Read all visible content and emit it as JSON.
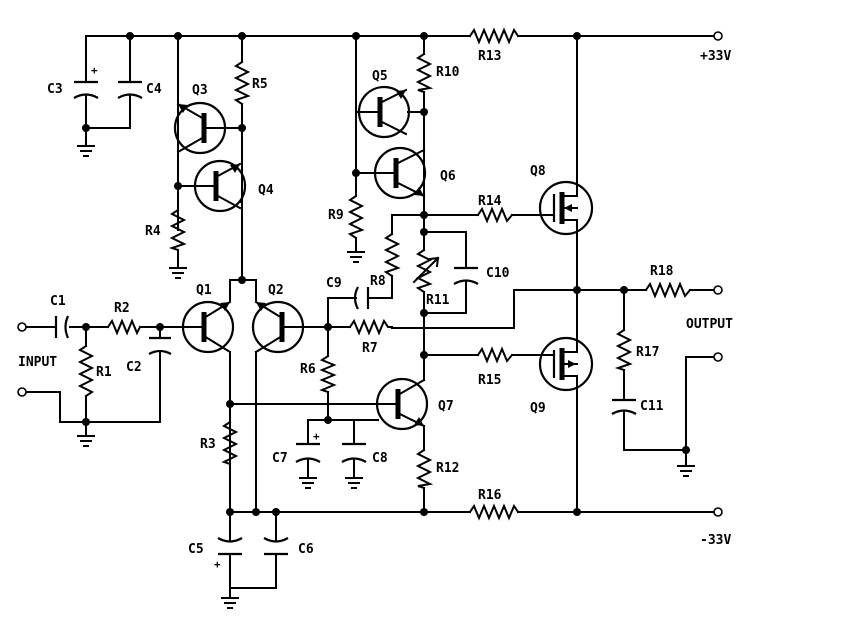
{
  "labels": {
    "C1": "C1",
    "C2": "C2",
    "C3": "C3",
    "C4": "C4",
    "C5": "C5",
    "C6": "C6",
    "C7": "C7",
    "C8": "C8",
    "C9": "C9",
    "C10": "C10",
    "C11": "C11",
    "R1": "R1",
    "R2": "R2",
    "R3": "R3",
    "R4": "R4",
    "R5": "R5",
    "R6": "R6",
    "R7": "R7",
    "R8": "R8",
    "R9": "R9",
    "R10": "R10",
    "R11": "R11",
    "R12": "R12",
    "R13": "R13",
    "R14": "R14",
    "R15": "R15",
    "R16": "R16",
    "R17": "R17",
    "R18": "R18",
    "Q1": "Q1",
    "Q2": "Q2",
    "Q3": "Q3",
    "Q4": "Q4",
    "Q5": "Q5",
    "Q6": "Q6",
    "Q7": "Q7",
    "Q8": "Q8",
    "Q9": "Q9",
    "vplus": "+33V",
    "vminus": "-33V",
    "input": "INPUT",
    "output": "OUTPUT"
  },
  "polarity_marks": {
    "C3": "+",
    "C5": "+",
    "C7": "+"
  }
}
